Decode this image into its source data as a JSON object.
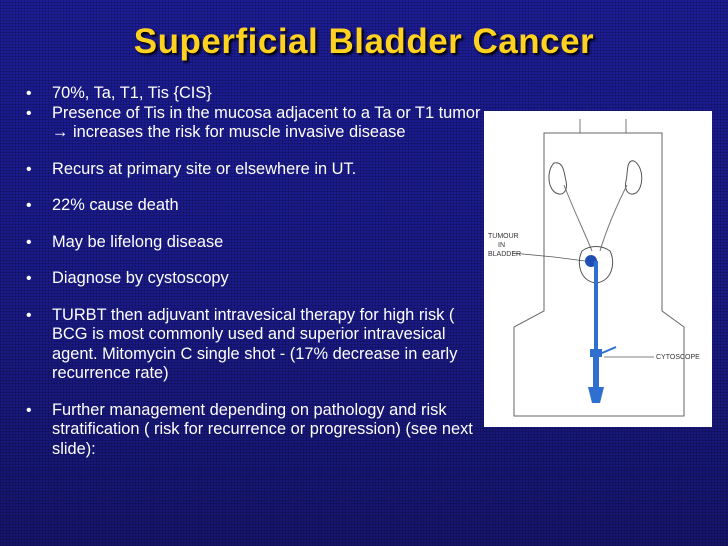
{
  "slide": {
    "title": "Superficial Bladder Cancer",
    "bullets": [
      "70%, Ta, T1, Tis {CIS}",
      "Presence of Tis in the mucosa adjacent to a Ta or T1 tumor → increases the risk for muscle invasive disease",
      "Recurs at primary site or elsewhere in UT.",
      "22% cause death",
      "May be lifelong disease",
      "Diagnose by cystoscopy",
      "TURBT then adjuvant intravesical therapy for high risk ( BCG is most commonly used and superior intravesical agent. Mitomycin C single shot - (17% decrease in early recurrence rate)",
      "Further management depending on pathology and risk stratification ( risk for recurrence or progression) (see next slide):"
    ],
    "bullet_symbol": "•"
  },
  "figure": {
    "label_tumour": "TUMOUR",
    "label_in": "IN",
    "label_bladder": "BLADDER",
    "label_cytoscope": "CYTOSCOPE"
  },
  "colors": {
    "background": "#1a1a8c",
    "title": "#ffd21f",
    "text": "#ffffff",
    "scope": "#2f6fd0"
  }
}
